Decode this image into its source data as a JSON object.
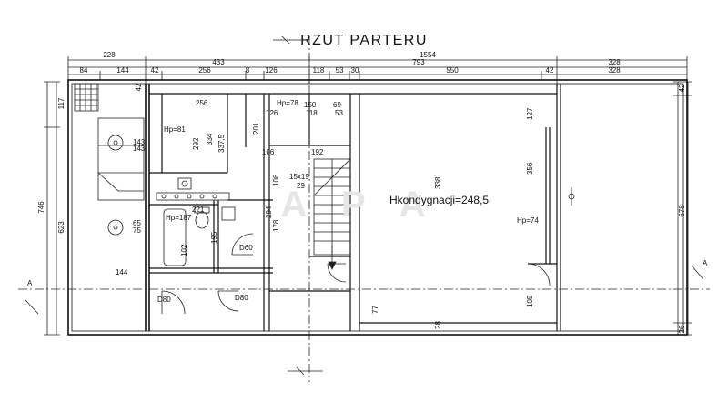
{
  "title": "RZUT PARTERU",
  "center_label": "Hkondygnacji=248,5",
  "watermark": "A P A",
  "section_marker": "A",
  "dimensions": {
    "top_row1": [
      "228",
      "433",
      "1554",
      "793",
      "328"
    ],
    "top_row2": [
      "84",
      "144",
      "42",
      "256",
      "8",
      "126",
      "118",
      "53",
      "30",
      "550",
      "42",
      "328"
    ],
    "left_side": [
      "117",
      "746",
      "623",
      "42"
    ],
    "right_side": [
      "42",
      "678",
      "26"
    ]
  },
  "room_labels": {
    "hp81": "Hp=81",
    "hp78": "Hp=78",
    "hp187": "Hp=187",
    "hp74": "Hp=74",
    "d60": "D60",
    "d80a": "D80",
    "d80b": "D80",
    "stair": "15x19",
    "n144": "144",
    "n143a": "143",
    "n143b": "143",
    "n65": "65",
    "n75": "75",
    "n256": "256",
    "n292": "292",
    "n334": "334",
    "n337": "337,5",
    "n201": "201",
    "n192": "192",
    "n150": "150",
    "n118": "118",
    "n69": "69",
    "n53": "53",
    "n126": "126",
    "n106": "106",
    "n108": "108",
    "n29": "29",
    "n178": "178",
    "n294": "294",
    "n221": "221",
    "n195": "195",
    "n102": "102",
    "n127": "127",
    "n356": "356",
    "n338": "338",
    "n105": "105",
    "n28": "28",
    "n77": "77"
  }
}
